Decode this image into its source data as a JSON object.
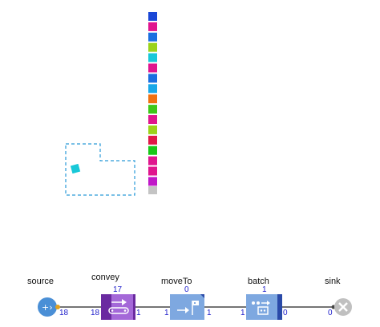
{
  "animation": {
    "stack_colors": [
      "#1a47d6",
      "#e0158e",
      "#1a6fe0",
      "#9bd31a",
      "#18c8d8",
      "#e0158e",
      "#1a6fe0",
      "#18a8e8",
      "#f07010",
      "#3ec818",
      "#e0158e",
      "#9bd31a",
      "#e01848",
      "#18c818",
      "#e0158e",
      "#e0158e",
      "#c018c8"
    ],
    "agent_color": "#18c8d8",
    "area_color": "#2a9ad8"
  },
  "blocks": {
    "source": {
      "label": "source",
      "out": "18",
      "icon": "source-icon"
    },
    "convey": {
      "label": "convey",
      "top": "17",
      "in": "18",
      "out": "1",
      "icon": "conveyor-icon"
    },
    "moveTo": {
      "label": "moveTo",
      "top": "0",
      "in": "1",
      "out": "1",
      "icon": "move-to-icon"
    },
    "batch": {
      "label": "batch",
      "top": "1",
      "in": "1",
      "out": "0",
      "icon": "batch-icon"
    },
    "sink": {
      "label": "sink",
      "in": "0",
      "icon": "sink-icon"
    }
  }
}
